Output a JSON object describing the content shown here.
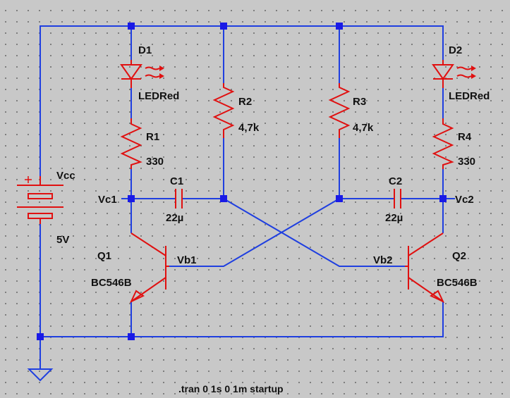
{
  "components": {
    "d1": {
      "ref": "D1",
      "value": "LEDRed"
    },
    "d2": {
      "ref": "D2",
      "value": "LEDRed"
    },
    "r1": {
      "ref": "R1",
      "value": "330"
    },
    "r2": {
      "ref": "R2",
      "value": "4,7k"
    },
    "r3": {
      "ref": "R3",
      "value": "4,7k"
    },
    "r4": {
      "ref": "R4",
      "value": "330"
    },
    "c1": {
      "ref": "C1",
      "value": "22µ"
    },
    "c2": {
      "ref": "C2",
      "value": "22µ"
    },
    "q1": {
      "ref": "Q1",
      "value": "BC546B"
    },
    "q2": {
      "ref": "Q2",
      "value": "BC546B"
    },
    "vcc": {
      "ref": "Vcc",
      "value": "5V"
    }
  },
  "nets": {
    "vc1": "Vc1",
    "vc2": "Vc2",
    "vb1": "Vb1",
    "vb2": "Vb2"
  },
  "directive": ".tran 0 1s 0 1m startup",
  "colors": {
    "wire": "#1f3fe0",
    "component": "#e01010",
    "node": "#1a1ae6",
    "background": "#c8c8c8"
  }
}
